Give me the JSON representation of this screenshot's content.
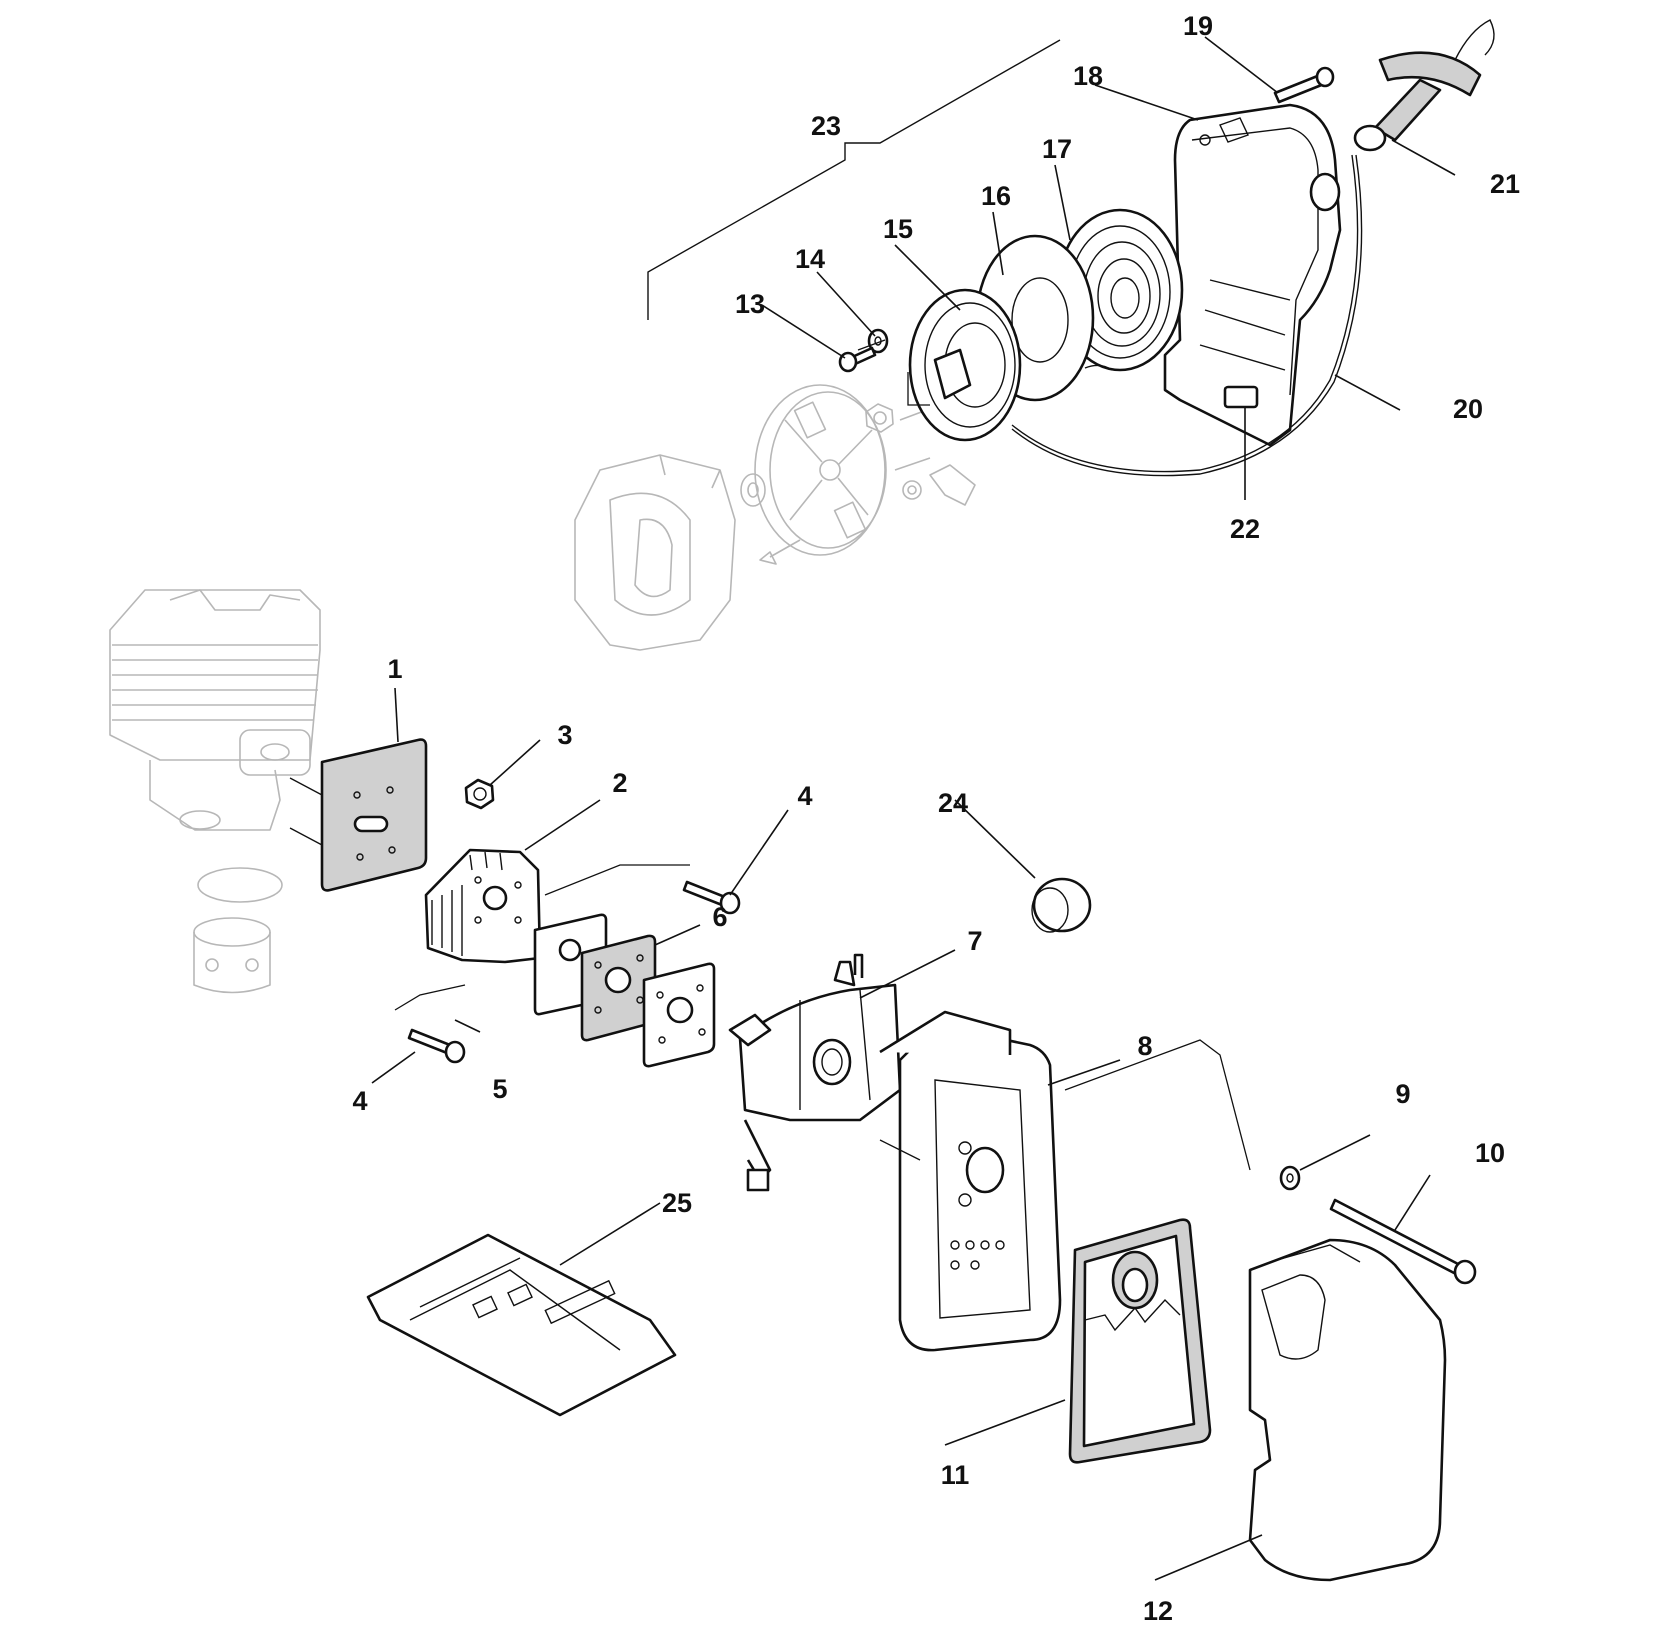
{
  "callouts": [
    {
      "id": "c1",
      "text": "1"
    },
    {
      "id": "c2",
      "text": "2"
    },
    {
      "id": "c3",
      "text": "3"
    },
    {
      "id": "c4a",
      "text": "4"
    },
    {
      "id": "c4b",
      "text": "4"
    },
    {
      "id": "c5",
      "text": "5"
    },
    {
      "id": "c6",
      "text": "6"
    },
    {
      "id": "c7",
      "text": "7"
    },
    {
      "id": "c8",
      "text": "8"
    },
    {
      "id": "c9",
      "text": "9"
    },
    {
      "id": "c10",
      "text": "10"
    },
    {
      "id": "c11",
      "text": "11"
    },
    {
      "id": "c12",
      "text": "12"
    },
    {
      "id": "c13",
      "text": "13"
    },
    {
      "id": "c14",
      "text": "14"
    },
    {
      "id": "c15",
      "text": "15"
    },
    {
      "id": "c16",
      "text": "16"
    },
    {
      "id": "c17",
      "text": "17"
    },
    {
      "id": "c18",
      "text": "18"
    },
    {
      "id": "c19",
      "text": "19"
    },
    {
      "id": "c20",
      "text": "20"
    },
    {
      "id": "c21",
      "text": "21"
    },
    {
      "id": "c22",
      "text": "22"
    },
    {
      "id": "c23",
      "text": "23"
    },
    {
      "id": "c24",
      "text": "24"
    },
    {
      "id": "c25",
      "text": "25"
    }
  ]
}
